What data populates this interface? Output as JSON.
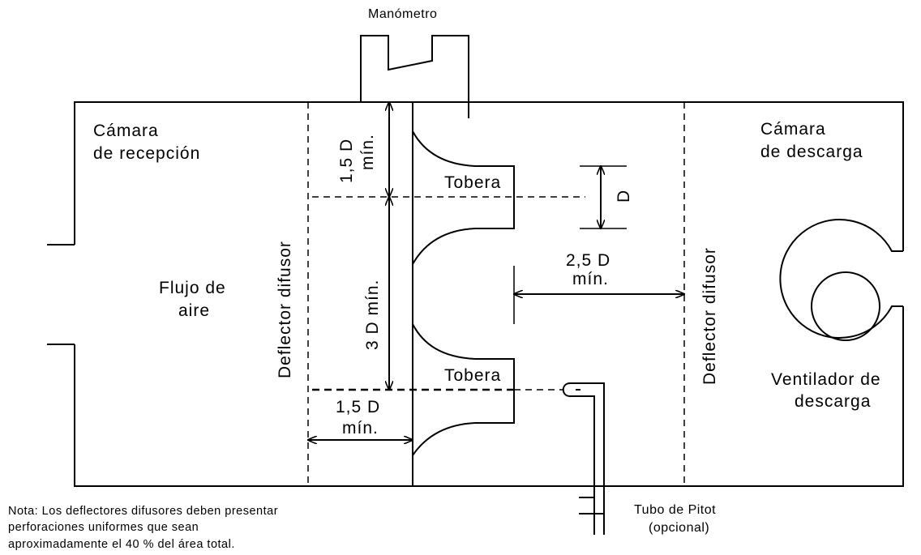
{
  "labels": {
    "manometro": "Manómetro",
    "camara_recepcion_1": "Cámara",
    "camara_recepcion_2": "de recepción",
    "camara_descarga_1": "Cámara",
    "camara_descarga_2": "de descarga",
    "flujo_1": "Flujo de",
    "flujo_2": "aire",
    "deflector_left": "Deflector difusor",
    "deflector_right": "Deflector difusor",
    "tobera_top": "Tobera",
    "tobera_bottom": "Tobera",
    "dim_15d_top_1": "1,5 D",
    "dim_15d_top_2": "mín.",
    "dim_3d": "3 D mín.",
    "dim_d": "D",
    "dim_25d_1": "2,5 D",
    "dim_25d_2": "mín.",
    "dim_15d_bottom_1": "1,5 D",
    "dim_15d_bottom_2": "mín.",
    "ventilador_1": "Ventilador de",
    "ventilador_2": "descarga",
    "pitot_1": "Tubo de Pitot",
    "pitot_2": "(opcional)"
  },
  "note": {
    "line1": "Nota: Los deflectores difusores deben presentar",
    "line2": "perforaciones uniformes que sean",
    "line3": "aproximadamente el 40 % del área total."
  }
}
